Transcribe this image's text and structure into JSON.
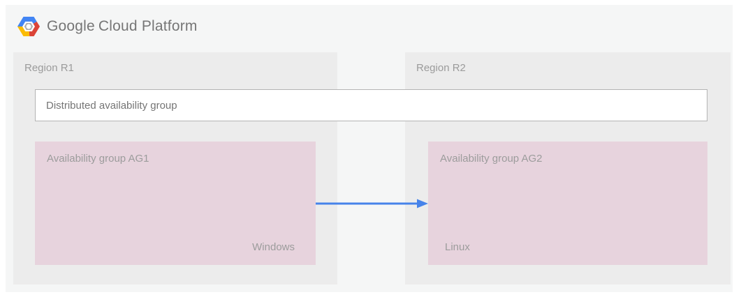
{
  "header": {
    "logo_icon": "google-cloud-platform-hexagon-logo",
    "brand_google": "Google",
    "brand_rest": "Cloud Platform"
  },
  "distributed_group": {
    "label": "Distributed availability group"
  },
  "regions": [
    {
      "label": "Region R1",
      "group": {
        "label": "Availability group AG1",
        "os": "Windows"
      }
    },
    {
      "label": "Region R2",
      "group": {
        "label": "Availability group AG2",
        "os": "Linux"
      }
    }
  ],
  "arrow": {
    "from": "Availability group AG1",
    "to": "Availability group AG2",
    "direction": "left-to-right"
  },
  "colors": {
    "panel_background": "#f5f6f6",
    "region_background": "#ececec",
    "availability_group_pink": "#e7d3dd",
    "box_border_gray": "#b4b4b4",
    "label_gray": "#9b9b9b",
    "text_gray": "#757575",
    "arrow_blue": "#4683ea",
    "logo_blue": "#4285f4",
    "logo_red": "#db4437",
    "logo_yellow": "#fbbc05"
  }
}
